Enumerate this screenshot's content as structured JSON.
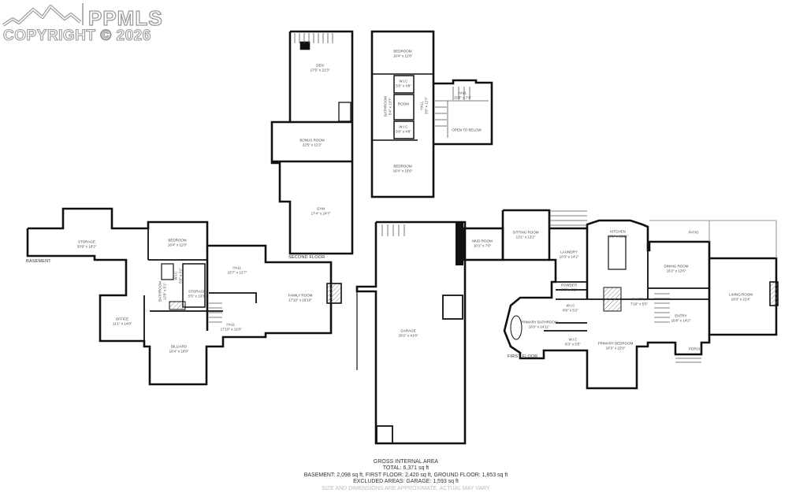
{
  "watermark": {
    "brand": "PPMLS",
    "copyright": "COPYRIGHT © 2026",
    "icon": "mountain-logo-icon"
  },
  "floors": {
    "basement": {
      "label": "BASEMENT",
      "rooms": [
        {
          "name": "STORAGE",
          "dims": "33'9\" x 18'2\""
        },
        {
          "name": "BEDROOM",
          "dims": "16'4\" x 11'0\""
        },
        {
          "name": "BATHROOM",
          "dims": "12'0\" x 5'1\""
        },
        {
          "name": "W.I.C",
          "dims": "5'9\" x 3'1\""
        },
        {
          "name": "STORAGE",
          "dims": "5'5\" x 13'3\""
        },
        {
          "name": "HALL",
          "dims": "15'7\" x 12'7\""
        },
        {
          "name": "FAMILY ROOM",
          "dims": "17'10\" x 19'10\""
        },
        {
          "name": "HALL",
          "dims": "17'10\" x 11'8\""
        },
        {
          "name": "OFFICE",
          "dims": "11'1\" x 14'0\""
        },
        {
          "name": "BILLIARD",
          "dims": "16'4\" x 19'9\""
        }
      ]
    },
    "second_floor": {
      "label": "SECOND FLOOR",
      "rooms": [
        {
          "name": "DEN",
          "dims": "17'5\" x 21'3\""
        },
        {
          "name": "BONUS ROOM",
          "dims": "22'5\" x 11'2\""
        },
        {
          "name": "GYM",
          "dims": "17'4\" x 24'7\""
        },
        {
          "name": "BEDROOM",
          "dims": "16'4\" x 11'8\""
        },
        {
          "name": "W.I.C",
          "dims": "5'6\" x 4'8\""
        },
        {
          "name": "ROOM",
          "dims": ""
        },
        {
          "name": "BATHROOM",
          "dims": "5'4\" x 13'7\""
        },
        {
          "name": "W.I.C",
          "dims": "5'6\" x 4'8\""
        },
        {
          "name": "HALL",
          "dims": "3'8\" x 12'7\""
        },
        {
          "name": "HALL",
          "dims": "15'8\" x 7'4\""
        },
        {
          "name": "OPEN TO BELOW",
          "dims": ""
        },
        {
          "name": "BEDROOM",
          "dims": "16'4\" x 15'6\""
        }
      ]
    },
    "garage": {
      "rooms": [
        {
          "name": "GARAGE",
          "dims": "29'2\" x 41'8\""
        },
        {
          "name": "MUD ROOM",
          "dims": "10'1\" x 7'0\""
        }
      ]
    },
    "first_floor": {
      "label": "FIRST FLOOR",
      "rooms": [
        {
          "name": "SITTING ROOM",
          "dims": "13'1\" x 13'2\""
        },
        {
          "name": "LAUNDRY",
          "dims": "10'3\" x 14'2\""
        },
        {
          "name": "KITCHEN",
          "dims": "16'1\" x 21'11\""
        },
        {
          "name": "PATIO",
          "dims": ""
        },
        {
          "name": "DINING ROOM",
          "dims": "16'2\" x 12'6\""
        },
        {
          "name": "LIVING ROOM",
          "dims": "18'3\" x 21'4\""
        },
        {
          "name": "POWDER",
          "dims": "8'6\" x 3'1\""
        },
        {
          "name": "W.I.C",
          "dims": "8'6\" x 5'2\""
        },
        {
          "name": "PANTRY",
          "dims": "7'10\" x 5'5\""
        },
        {
          "name": "ENTRY",
          "dims": "16'8\" x 14'2\""
        },
        {
          "name": "PRIMARY BATHROOM",
          "dims": "18'3\" x 14'11\""
        },
        {
          "name": "W.I.C",
          "dims": "8'3\" x 5'5\""
        },
        {
          "name": "PRIMARY BEDROOM",
          "dims": "16'3\" x 22'0\""
        },
        {
          "name": "PORCH",
          "dims": ""
        }
      ]
    }
  },
  "summary": {
    "title": "GROSS INTERNAL AREA",
    "total": "TOTAL: 6,371 sq ft",
    "breakdown": "BASEMENT: 2,098 sq ft, FIRST FLOOR: 2,420 sq ft, GROUND FLOOR: 1,853 sq ft",
    "excluded": "EXCLUDED AREAS: GARAGE: 1,593 sq ft",
    "note": "SIZE AND DIMENSIONS ARE APPROXIMATE, ACTUAL MAY VARY"
  },
  "colors": {
    "wall": "#111111",
    "watermark": "#9a9a9a",
    "hatch": "#888888",
    "note": "#bbbbbb"
  }
}
